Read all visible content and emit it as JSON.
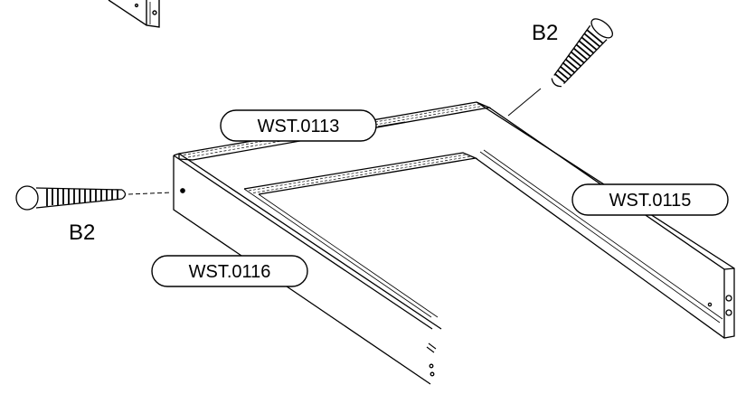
{
  "colors": {
    "line": "#000000",
    "background": "#ffffff"
  },
  "parts": {
    "back_rail": {
      "code": "WST.0113"
    },
    "right_side_panel": {
      "code": "WST.0115"
    },
    "left_side_panel": {
      "code": "WST.0116"
    }
  },
  "fasteners": {
    "upper_dowel": {
      "code": "B2"
    },
    "left_dowel": {
      "code": "B2"
    }
  }
}
